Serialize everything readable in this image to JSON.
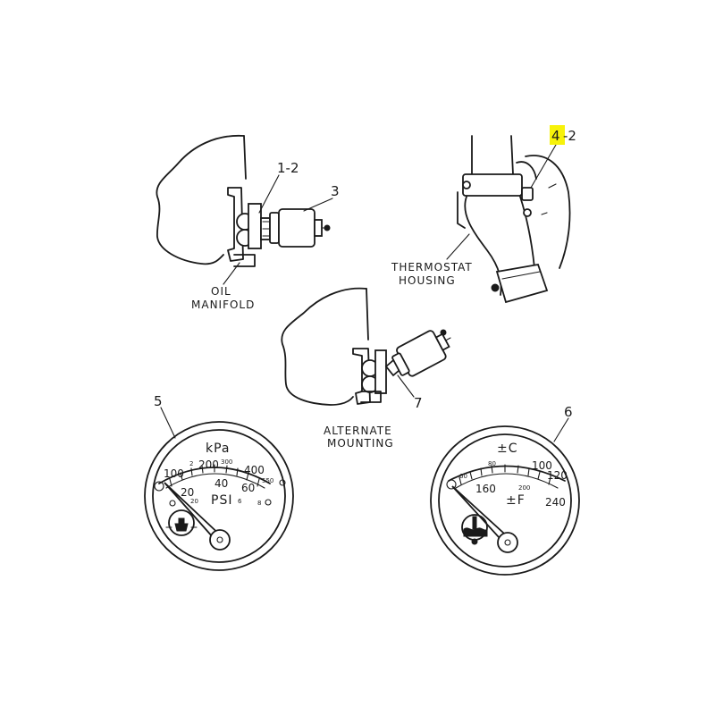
{
  "callouts": {
    "c1": "1-2",
    "c3": "3",
    "c4_num": "4",
    "c4_rest": "-2",
    "c5": "5",
    "c6": "6",
    "c7": "7"
  },
  "labels": {
    "oil_line1": "OIL",
    "oil_line2": "MANIFOLD",
    "thermo_line1": "THERMOSTAT",
    "thermo_line2": "HOUSING",
    "alt_line1": "ALTERNATE",
    "alt_line2": "MOUNTING"
  },
  "pressure_gauge": {
    "unit_top": "kPa",
    "unit_bottom": "PSI",
    "major_labels": [
      "100",
      "200",
      "400"
    ],
    "minor_labels": [
      "20",
      "40",
      "60"
    ],
    "small_top_labels": [
      "2",
      "300",
      "550"
    ],
    "small_bottom_labels": [
      "20",
      "6",
      "8"
    ],
    "icon": "oil-can-icon"
  },
  "temp_gauge": {
    "unit_top": "±C",
    "unit_bottom": "±F",
    "major_labels": [
      "100",
      "120",
      "160",
      "240"
    ],
    "small_top_labels": [
      "60",
      "80"
    ],
    "small_bottom_labels": [
      "200"
    ],
    "icon": "coolant-temperature-icon"
  },
  "highlight_color": "#f7f20a"
}
